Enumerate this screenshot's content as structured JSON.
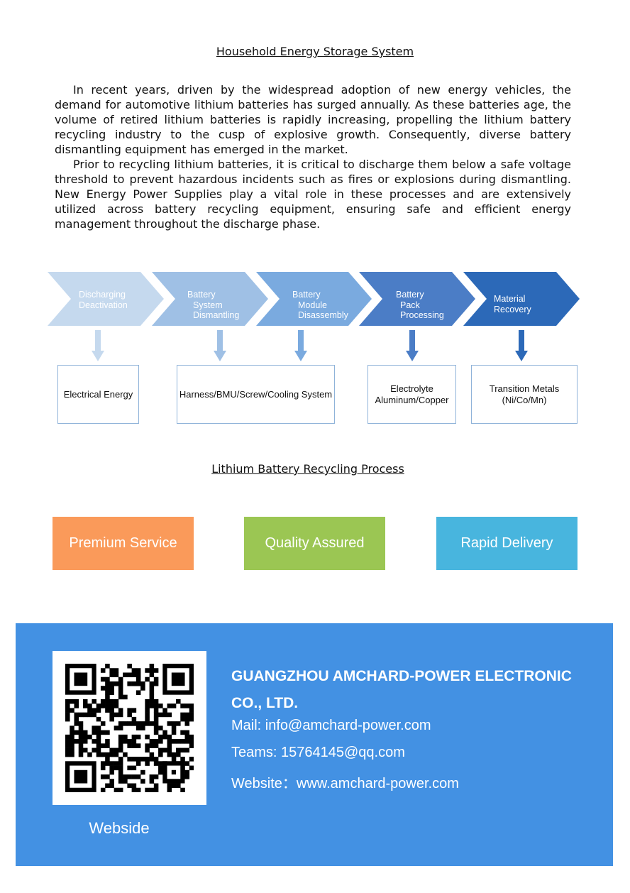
{
  "document": {
    "title": "Household Energy Storage System",
    "paragraphs": [
      "In recent years, driven by the widespread adoption of new energy vehicles, the demand for automotive   lithium batteries has surged annually. As these batteries age, the volume of retired lithium batteries is rapidly increasing, propelling the lithium battery recycling industry to the cusp of explosive growth. Consequently, diverse battery dismantling equipment has emerged in the market.",
      "Prior to recycling lithium batteries, it is critical to discharge them below a safe voltage threshold to prevent hazardous incidents such as fires or explosions during dismantling. New Energy Power Supplies play a vital   role in these processes and are extensively utilized across battery recycling equipment, ensuring safe and efficient energy management throughout the discharge phase."
    ]
  },
  "process": {
    "steps": [
      {
        "lines": [
          "Discharging",
          "Deactivation"
        ],
        "color": "#c5d9ee"
      },
      {
        "lines": [
          "Battery",
          "System",
          "Dismantling"
        ],
        "color": "#9fc0e5"
      },
      {
        "lines": [
          "Battery",
          "Module",
          "Disassembly"
        ],
        "color": "#7aaadf"
      },
      {
        "lines": [
          "Battery",
          "Pack",
          "Processing"
        ],
        "color": "#4b7dc6"
      },
      {
        "lines": [
          "Material",
          "Recovery"
        ],
        "color": "#2c69b8"
      }
    ],
    "outputs": [
      {
        "lines": [
          "Electrical Energy"
        ]
      },
      {
        "lines": [
          "Harness/BMU/Screw/Cooling System"
        ]
      },
      {
        "lines": [
          "Electrolyte",
          "Aluminum/Copper"
        ]
      },
      {
        "lines": [
          "Transition Metals",
          "(Ni/Co/Mn)"
        ]
      }
    ],
    "caption": "Lithium Battery Recycling Process"
  },
  "badges": [
    {
      "label": "Premium Service",
      "color": "#fa9a5a"
    },
    {
      "label": "Quality Assured",
      "color": "#9bc653"
    },
    {
      "label": "Rapid Delivery",
      "color": "#48b5de"
    }
  ],
  "footer": {
    "background": "#4391e3",
    "company_line1": "GUANGZHOU AMCHARD-POWER ELECTRONIC",
    "company_line2": "CO., LTD.",
    "mail": "Mail: info@amchard-power.com",
    "teams": "Teams: 15764145@qq.com",
    "website": "Website：www.amchard-power.com",
    "qr_caption": "Webside"
  }
}
